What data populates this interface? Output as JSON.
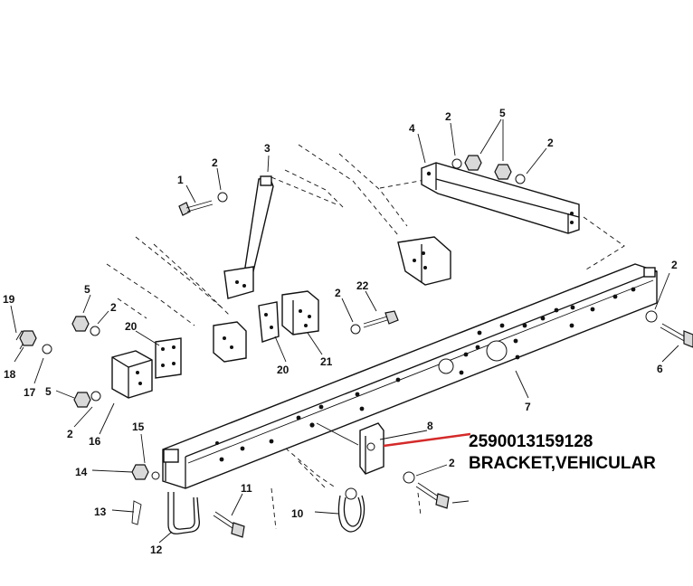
{
  "callouts": [
    {
      "id": "c1",
      "text": "1"
    },
    {
      "id": "c2a",
      "text": "2"
    },
    {
      "id": "c3",
      "text": "3"
    },
    {
      "id": "c4",
      "text": "4"
    },
    {
      "id": "c2b",
      "text": "2"
    },
    {
      "id": "c5a",
      "text": "5"
    },
    {
      "id": "c2c",
      "text": "2"
    },
    {
      "id": "c2d",
      "text": "2"
    },
    {
      "id": "c5b",
      "text": "5"
    },
    {
      "id": "c2e",
      "text": "2"
    },
    {
      "id": "c22",
      "text": "22"
    },
    {
      "id": "c2f",
      "text": "2"
    },
    {
      "id": "c6",
      "text": "6"
    },
    {
      "id": "c19",
      "text": "19"
    },
    {
      "id": "c20a",
      "text": "20"
    },
    {
      "id": "c18",
      "text": "18"
    },
    {
      "id": "c17",
      "text": "17"
    },
    {
      "id": "c5c",
      "text": "5"
    },
    {
      "id": "c20b",
      "text": "20"
    },
    {
      "id": "c21",
      "text": "21"
    },
    {
      "id": "c7",
      "text": "7"
    },
    {
      "id": "c2g",
      "text": "2"
    },
    {
      "id": "c16",
      "text": "16"
    },
    {
      "id": "c8",
      "text": "8"
    },
    {
      "id": "c15",
      "text": "15"
    },
    {
      "id": "c14",
      "text": "14"
    },
    {
      "id": "c2h",
      "text": "2"
    },
    {
      "id": "c11",
      "text": "11"
    },
    {
      "id": "c13",
      "text": "13"
    },
    {
      "id": "c10",
      "text": "10"
    },
    {
      "id": "c12",
      "text": "12"
    }
  ],
  "annotation": {
    "part_number": "2590013159128",
    "part_name": "BRACKET,VEHICULAR",
    "color": "#d42a2a"
  }
}
